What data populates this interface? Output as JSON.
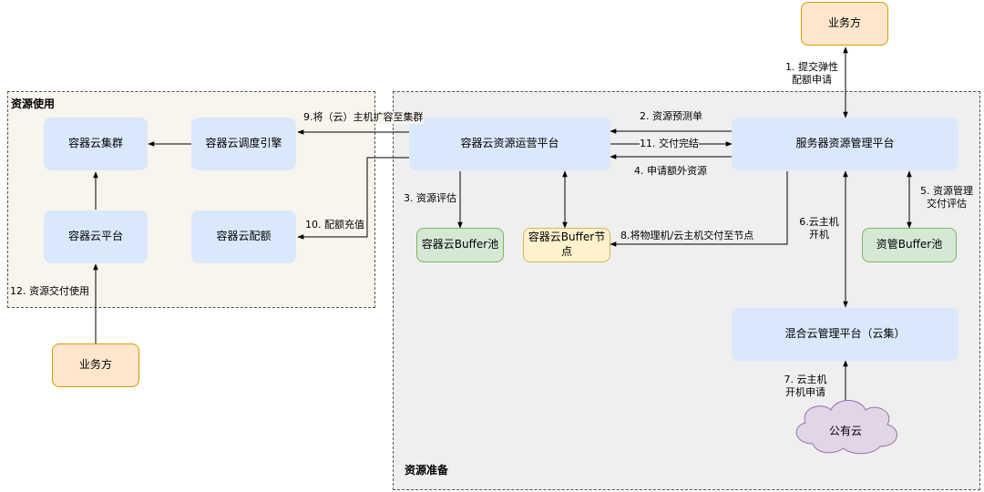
{
  "regions": {
    "usage": {
      "title": "资源使用"
    },
    "prep": {
      "title": "资源准备"
    }
  },
  "nodes": {
    "biz_top": "业务方",
    "biz_bottom": "业务方",
    "container_cluster": "容器云集群",
    "scheduler": "容器云调度引擎",
    "container_platform": "容器云平台",
    "container_quota": "容器云配额",
    "ops_platform": "容器云资源运营平台",
    "server_mgmt": "服务器资源管理平台",
    "buffer_pool": "容器云Buffer池",
    "buffer_node": "容器云Buffer节点",
    "asset_buffer_pool": "资管Buffer池",
    "hybrid_cloud": "混合云管理平台（云集）",
    "public_cloud": "公有云"
  },
  "edges": {
    "e1": [
      "1. 提交弹性",
      "配额申请"
    ],
    "e2": "2. 资源预测单",
    "e3": "3. 资源评估",
    "e4": "4. 申请额外资源",
    "e5": [
      "5. 资源管理",
      "交付评估"
    ],
    "e6": [
      "6.云主机",
      "开机"
    ],
    "e7": [
      "7. 云主机",
      "开机申请"
    ],
    "e8": "8.将物理机/云主机交付至节点",
    "e9": "9.将（云）主机扩容至集群",
    "e10": "10. 配额充值",
    "e11": "11. 交付完结",
    "e12": "12. 资源交付使用"
  }
}
